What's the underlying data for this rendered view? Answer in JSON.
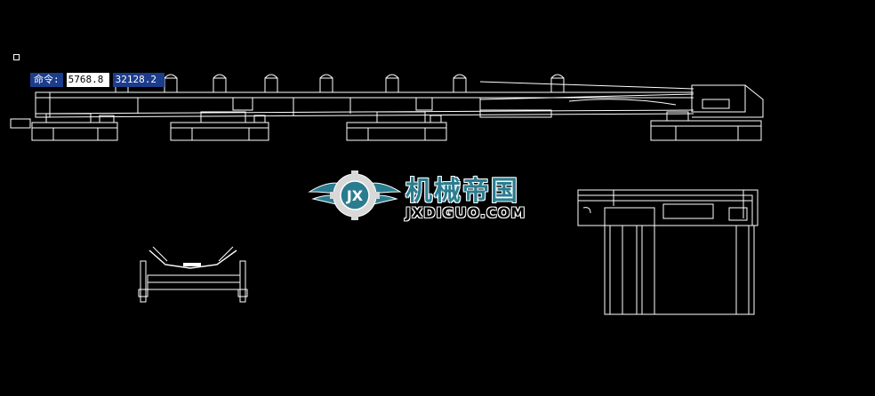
{
  "command_line": {
    "label": "命令:",
    "x_value": "5768.8",
    "y_value": "32128.2"
  },
  "watermark": {
    "title": "机械帝国",
    "url": "JXDIGUO.COM",
    "emblem_icon": "gear-wings-emblem"
  },
  "colors": {
    "background": "#000000",
    "line": "#ffffff",
    "command_highlight": "#1c3c8c",
    "logo_accent": "#2a7d90"
  }
}
